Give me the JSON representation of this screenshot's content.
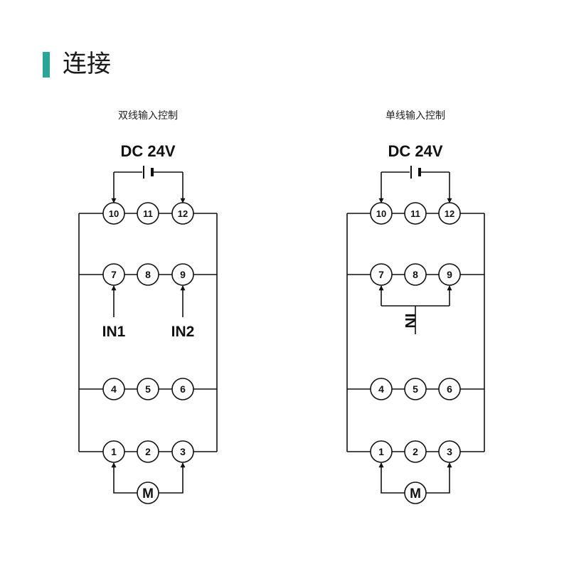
{
  "header": {
    "title": "连接"
  },
  "left": {
    "caption": "双线输入控制",
    "supply": "DC 24V",
    "rows": [
      [
        "10",
        "11",
        "12"
      ],
      [
        "7",
        "8",
        "9"
      ],
      [
        "4",
        "5",
        "6"
      ],
      [
        "1",
        "2",
        "3"
      ]
    ],
    "inputs": [
      "IN1",
      "IN2"
    ],
    "motor": "M"
  },
  "right": {
    "caption": "单线输入控制",
    "supply": "DC 24V",
    "rows": [
      [
        "10",
        "11",
        "12"
      ],
      [
        "7",
        "8",
        "9"
      ],
      [
        "4",
        "5",
        "6"
      ],
      [
        "1",
        "2",
        "3"
      ]
    ],
    "input": "IN",
    "motor": "M"
  }
}
